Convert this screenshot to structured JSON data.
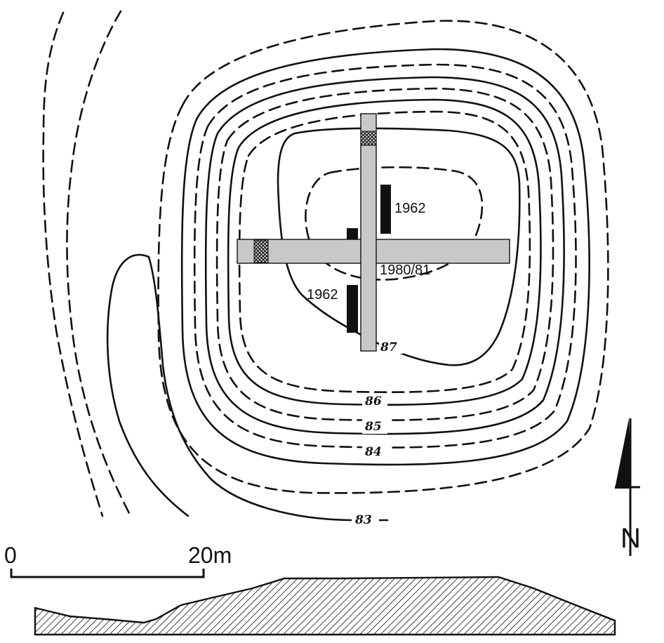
{
  "map": {
    "elevation_labels": [
      "83",
      "84",
      "85",
      "86",
      "87"
    ],
    "excavation_labels": {
      "trench_1962_north": "1962",
      "trench_1962_south": "1962",
      "cross_trench": "1980/81"
    },
    "scale_bar": {
      "start_label": "0",
      "end_label": "20m"
    },
    "north_arrow": {
      "label": "N"
    },
    "colors": {
      "line": "#111111",
      "trench_fill": "#c8c8c8",
      "old_trench_fill": "#111111",
      "background": "#ffffff"
    }
  }
}
